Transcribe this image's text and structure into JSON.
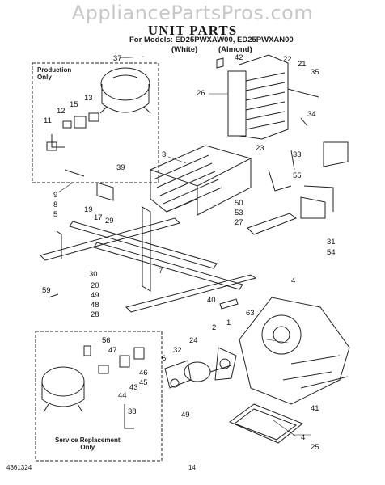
{
  "header": {
    "watermark": "AppliancePartsPros.com",
    "title": "UNIT PARTS",
    "models_line": "For Models: ED25PWXAW00, ED25PWXAN00",
    "variant_white": "(White)",
    "variant_almond": "(Almond)"
  },
  "boxes": {
    "production_label_1": "Production",
    "production_label_2": "Only",
    "service_label_1": "Service Replacement",
    "service_label_2": "Only"
  },
  "footer": {
    "doc_number": "4361324",
    "page_number": "14"
  },
  "callouts": [
    "37",
    "42",
    "22",
    "21",
    "35",
    "26",
    "13",
    "15",
    "12",
    "11",
    "34",
    "23",
    "33",
    "3",
    "39",
    "55",
    "50",
    "53",
    "27",
    "9",
    "8",
    "5",
    "19",
    "17",
    "29",
    "31",
    "54",
    "30",
    "7",
    "20",
    "49",
    "48",
    "4",
    "59",
    "40",
    "63",
    "28",
    "56",
    "47",
    "2",
    "24",
    "32",
    "6",
    "1",
    "46",
    "45",
    "43",
    "44",
    "38",
    "41",
    "25"
  ]
}
